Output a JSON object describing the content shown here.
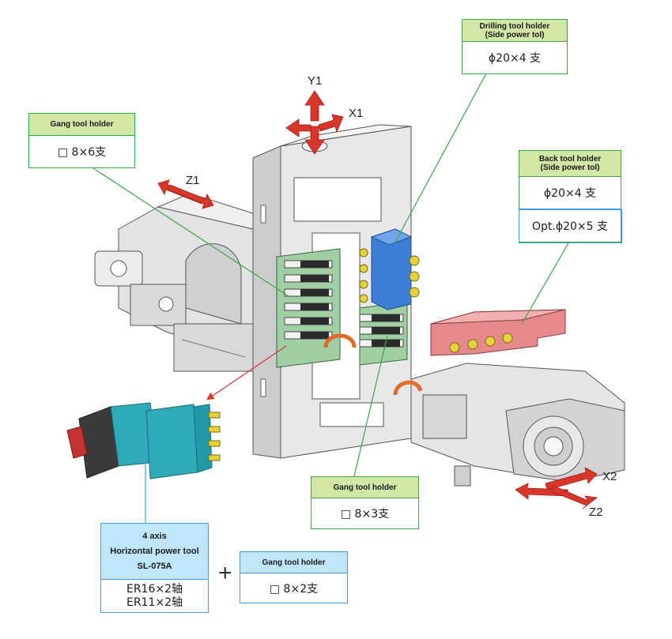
{
  "axes": {
    "y1": "Y1",
    "x1": "X1",
    "z1": "Z1",
    "x2": "X2",
    "z2": "Z2"
  },
  "plus_sign": "+",
  "callouts": {
    "gang_top_left": {
      "title": "Gang  tool holder",
      "value": "□ 8×6支"
    },
    "drilling": {
      "title_line1": "Drilling tool holder",
      "title_line2": "(Side power tol)",
      "value": "ϕ20×4 支"
    },
    "back": {
      "title_line1": "Back  tool holder",
      "title_line2": "(Side power tol)",
      "value": "ϕ20×4 支",
      "option": "Opt.ϕ20×5 支"
    },
    "gang_middle": {
      "title": "Gang  tool holder",
      "value": "□ 8×3支"
    },
    "power_tool": {
      "title_line1": "4 axis",
      "title_line2": "Horizontal power tool",
      "title_line3": "SL-075A",
      "value_line1": "ER16×2轴",
      "value_line2": "ER11×2轴"
    },
    "gang_bottom": {
      "title": "Gang  tool holder",
      "value": "□ 8×2支"
    }
  },
  "colors": {
    "green_border": "#3aa845",
    "green_header": "#d2e6a6",
    "blue_border": "#3b9fe0",
    "blue_header": "#bfe6fb",
    "arrow_red": "#d9362b",
    "machine_gray": "#d6d6d8",
    "gang_green": "#9fcfa2",
    "block_blue": "#3d7fd6",
    "block_pink": "#e5898c",
    "motor_teal": "#2eaab8"
  }
}
